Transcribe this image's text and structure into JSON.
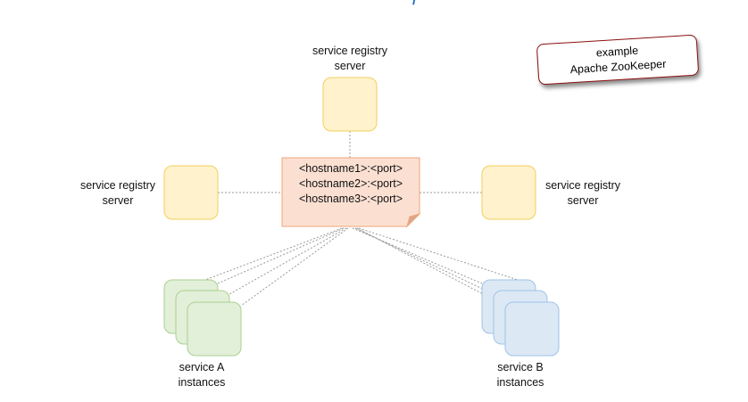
{
  "title_fragment": "/",
  "callout": {
    "line1": "example",
    "line2": "Apache ZooKeeper"
  },
  "registry": {
    "lines": [
      "<hostname1>:<port>",
      "<hostname2>:<port>",
      "<hostname3>:<port>"
    ]
  },
  "servers": {
    "top": {
      "line1": "service registry",
      "line2": "server"
    },
    "left": {
      "line1": "service registry",
      "line2": "server"
    },
    "right": {
      "line1": "service registry",
      "line2": "server"
    }
  },
  "service_a": {
    "line1": "service A",
    "line2": "instances"
  },
  "service_b": {
    "line1": "service B",
    "line2": "instances"
  },
  "colors": {
    "server_fill": "#fff2cc",
    "server_stroke": "#f2cf5c",
    "note_fill": "#fbe0d2",
    "note_stroke": "#f0a57a",
    "a_fill": "#e2efd9",
    "a_stroke": "#a9d18e",
    "b_fill": "#dde8f5",
    "b_stroke": "#9dc3e6",
    "callout_border": "#8b1010"
  }
}
